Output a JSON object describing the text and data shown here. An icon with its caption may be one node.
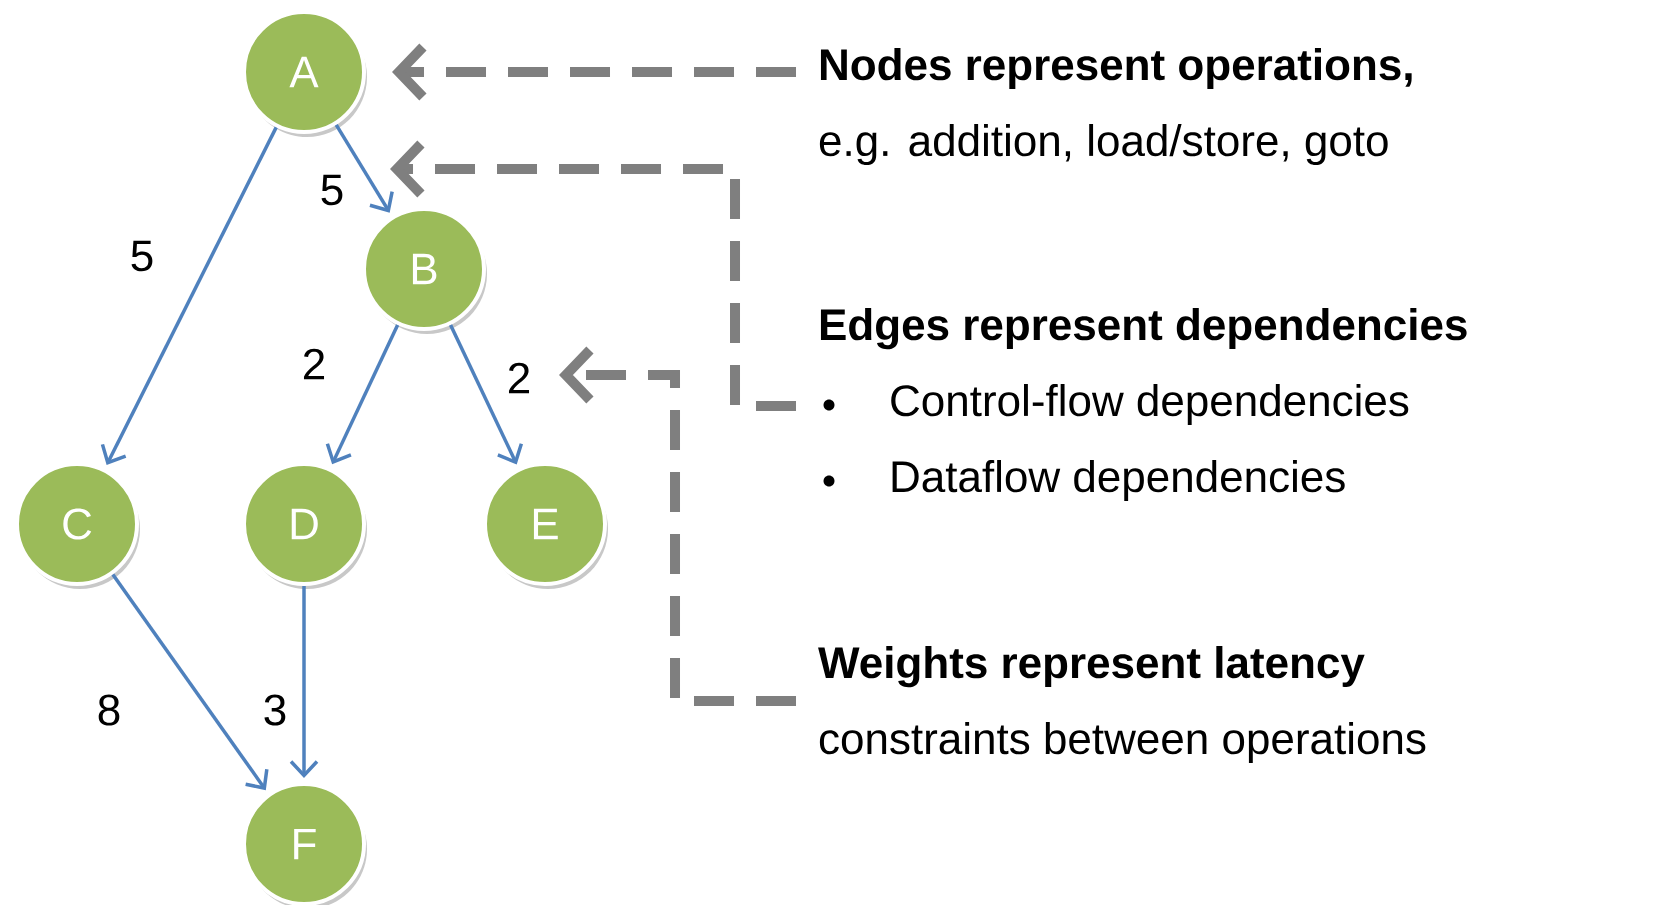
{
  "diagram": {
    "nodes": [
      {
        "text": [
          "A"
        ]
      },
      {
        "text": [
          "B"
        ]
      },
      {
        "text": [
          "C"
        ]
      },
      {
        "text": [
          "D"
        ]
      },
      {
        "text": [
          "E"
        ]
      },
      {
        "text": [
          "F"
        ]
      },
      {
        "text": [
          "Nodes represent operations,",
          "e.g. addition, load/store, goto"
        ]
      },
      {
        "text": [
          "Edges represent dependencies",
          "Control-flow dependencies",
          "Dataflow dependencies"
        ]
      },
      {
        "text": [
          "Weights represent latency",
          "constraints between operations"
        ]
      }
    ],
    "edges": [
      {
        "from": 0,
        "to": 1,
        "arrow": "to",
        "label": "5"
      },
      {
        "from": 0,
        "to": 2,
        "arrow": "to",
        "label": "5"
      },
      {
        "from": 1,
        "to": 3,
        "arrow": "to",
        "label": "2"
      },
      {
        "from": 1,
        "to": 4,
        "arrow": "to",
        "label": "2"
      },
      {
        "from": 2,
        "to": 5,
        "arrow": "to",
        "label": "8"
      },
      {
        "from": 3,
        "to": 5,
        "arrow": "to",
        "label": "3"
      },
      {
        "from": 6,
        "to": 0,
        "arrow": "to",
        "style": "dashed",
        "color": "#7f7f7f"
      },
      {
        "from": 7,
        "to": null,
        "arrow": "to",
        "style": "dashed",
        "color": "#7f7f7f"
      },
      {
        "from": 8,
        "to": null,
        "arrow": "to",
        "style": "dashed",
        "color": "#7f7f7f"
      }
    ]
  }
}
